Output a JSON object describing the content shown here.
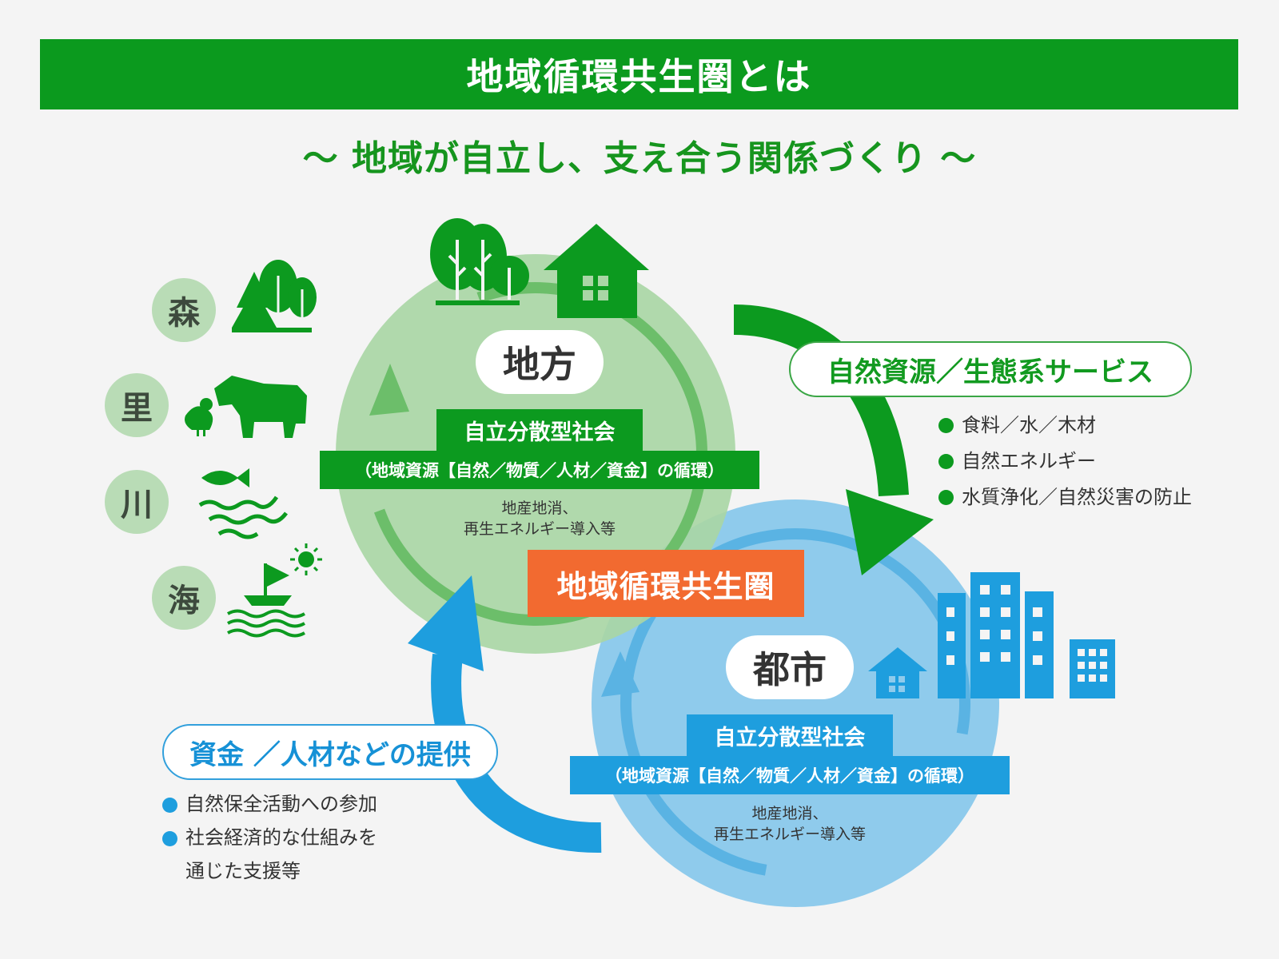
{
  "header": {
    "title": "地域循環共生圏とは",
    "subtitle": "～ 地域が自立し、支え合う関係づくり ～"
  },
  "colors": {
    "green": "#0c9a1f",
    "light_green_circle": "#a9d6a5",
    "blue": "#1e9ede",
    "light_blue_circle": "#8fcbec",
    "orange": "#f26a30"
  },
  "chiho": {
    "label": "地方",
    "box_title": "自立分散型社会",
    "box_sub": "（地域資源【自然／物質／人材／資金】の循環）",
    "note_line1": "地産地消、",
    "note_line2": "再生エネルギー導入等"
  },
  "toshi": {
    "label": "都市",
    "box_title": "自立分散型社会",
    "box_sub": "（地域資源【自然／物質／人材／資金】の循環）",
    "note_line1": "地産地消、",
    "note_line2": "再生エネルギー導入等"
  },
  "center_label": "地域循環共生圏",
  "flow_to_city": {
    "label": "自然資源／生態系サービス",
    "items": [
      "食料／水／木材",
      "自然エネルギー",
      "水質浄化／自然災害の防止"
    ]
  },
  "flow_to_region": {
    "label": "資金 ／人材などの提供",
    "items": [
      "自然保全活動への参加",
      "社会経済的な仕組みを",
      "通じた支援等"
    ]
  },
  "nature_badges": [
    "森",
    "里",
    "川",
    "海"
  ],
  "icons": [
    "forest-icon",
    "house-icon",
    "cow-icon",
    "chicken-icon",
    "fish-icon",
    "waves-icon",
    "sailboat-icon",
    "sun-icon",
    "building-icon",
    "small-house-icon"
  ]
}
